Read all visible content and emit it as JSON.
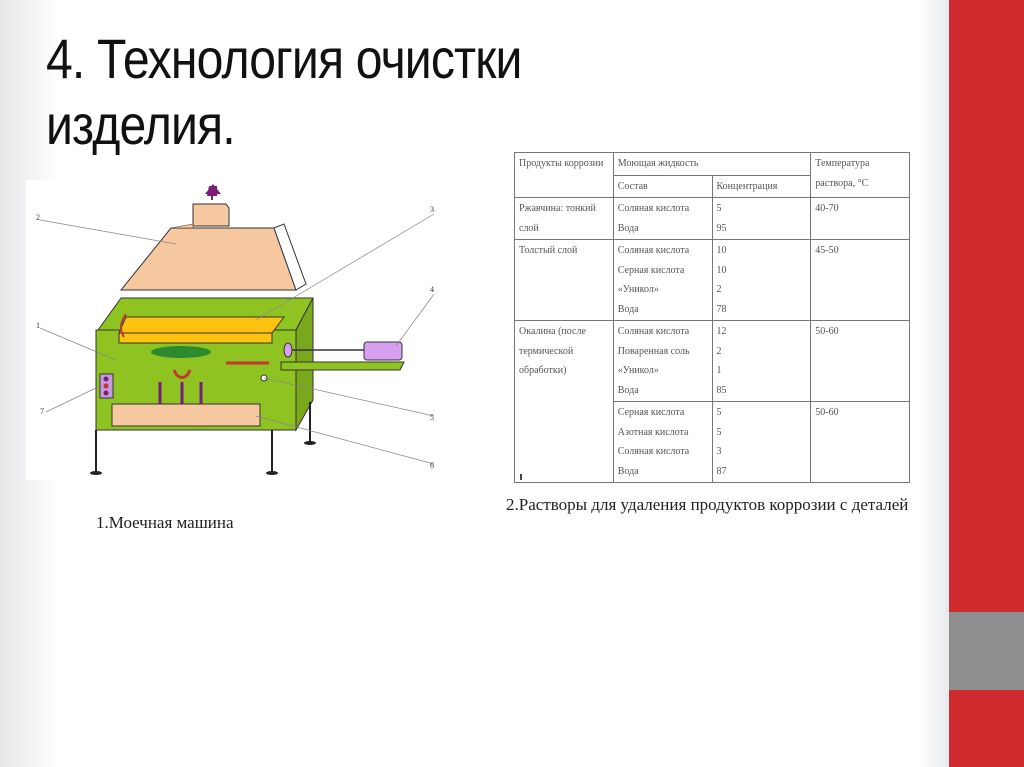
{
  "slide": {
    "title": "4. Технология очистки изделия.",
    "accent_color": "#cf2a2e",
    "gray_block_color": "#8e8e8e"
  },
  "figure1": {
    "caption": "1.Моечная машина",
    "labels": [
      "1",
      "2",
      "3",
      "4",
      "5",
      "6",
      "7"
    ]
  },
  "figure2": {
    "caption": "2.Растворы для удаления продуктов коррозии с деталей",
    "table": {
      "headers": {
        "col1": "Продукты коррозии",
        "group": "Моющая жидкость",
        "col2": "Состав",
        "col3": "Концентрация",
        "col4": "Температура раствора, °С"
      },
      "rows": [
        {
          "product": "Ржавчина: тонкий слой",
          "components": [
            "Соляная кислота",
            "Вода"
          ],
          "concentrations": [
            "5",
            "95"
          ],
          "temperature": "40-70"
        },
        {
          "product": "Толстый слой",
          "components": [
            "Соляная кислота",
            "Серная кислота",
            "«Уникол»",
            "Вода"
          ],
          "concentrations": [
            "10",
            "10",
            "2",
            "78"
          ],
          "temperature": "45-50"
        },
        {
          "product": "Окалина (после термической обработки)",
          "components": [
            "Соляная кислота",
            "Поваренная соль",
            "«Уникол»",
            "Вода"
          ],
          "concentrations": [
            "12",
            "2",
            "1",
            "85"
          ],
          "temperature": "50-60"
        },
        {
          "product": "",
          "components": [
            "Серная кислота",
            "Азотная кислота",
            "Соляная кислота",
            "Вода"
          ],
          "concentrations": [
            "5",
            "5",
            "3",
            "87"
          ],
          "temperature": "50-60"
        }
      ]
    }
  }
}
